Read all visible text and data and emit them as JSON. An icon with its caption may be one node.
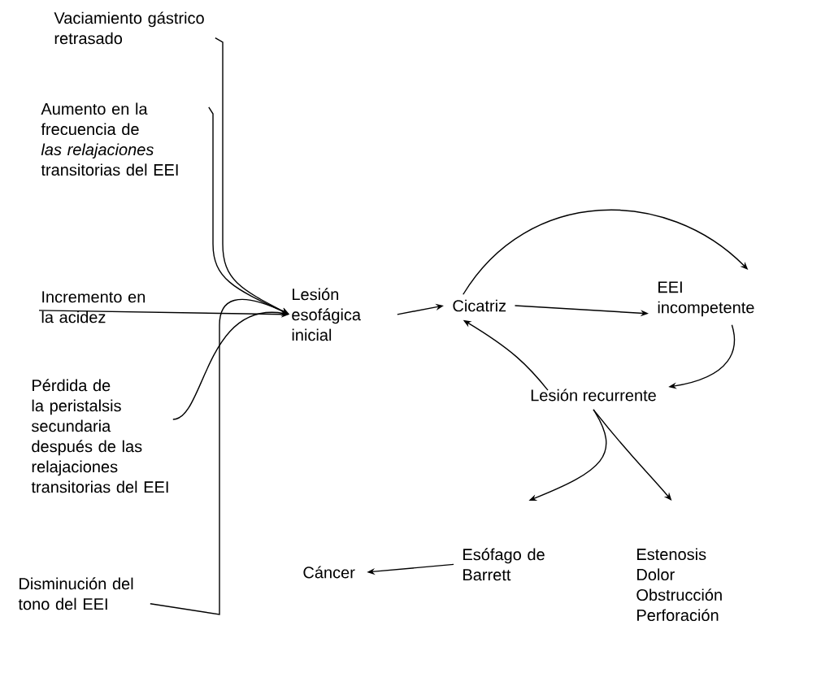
{
  "diagram": {
    "nodes": [
      {
        "text": [
          "Vaciamiento gástrico retrasado"
        ]
      },
      {
        "text": [
          "Aumento en la frecuencia de *las relajaciones* transitorias del EEI"
        ]
      },
      {
        "text": [
          "Incremento en la acidez"
        ]
      },
      {
        "text": [
          "Pérdida de la peristalsis secundaria después de las relajaciones transitorias del EEI"
        ]
      },
      {
        "text": [
          "Disminución del tono del EEI"
        ]
      },
      {
        "text": [
          "Lesión esofágica inicial"
        ]
      },
      {
        "text": [
          "Cicatriz"
        ]
      },
      {
        "text": [
          "EEI incompetente"
        ]
      },
      {
        "text": [
          "Lesión recurrente"
        ]
      },
      {
        "text": [
          "Esófago de Barrett"
        ]
      },
      {
        "text": [
          "Cáncer"
        ]
      },
      {
        "text": [
          "Estenosis",
          "Dolor",
          "Obstrucción",
          "Perforación"
        ]
      }
    ],
    "edges": [
      {
        "from": 0,
        "to": 5,
        "arrow": "to"
      },
      {
        "from": 1,
        "to": 5,
        "arrow": "to"
      },
      {
        "from": 2,
        "to": 5,
        "arrow": "to"
      },
      {
        "from": 3,
        "to": 5,
        "arrow": "to"
      },
      {
        "from": 4,
        "to": 5,
        "arrow": "to"
      },
      {
        "from": 5,
        "to": 6,
        "arrow": "to"
      },
      {
        "from": 6,
        "to": 7,
        "arrow": "to"
      },
      {
        "from": 6,
        "to": 7,
        "arrow": "to"
      },
      {
        "from": 7,
        "to": 8,
        "arrow": "to"
      },
      {
        "from": 8,
        "to": 6,
        "arrow": "to"
      },
      {
        "from": 8,
        "to": 9,
        "arrow": "to"
      },
      {
        "from": 8,
        "to": 11,
        "arrow": "to"
      },
      {
        "from": 9,
        "to": 10,
        "arrow": "to"
      }
    ]
  }
}
